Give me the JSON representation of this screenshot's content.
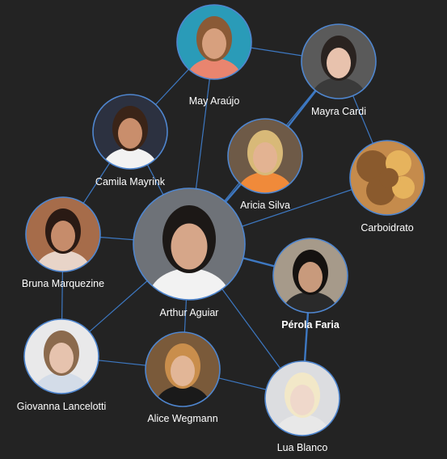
{
  "nodes": [
    {
      "id": "may",
      "label": "May Araújo",
      "bold": false,
      "color": "#2a9bb8",
      "skin": "#d7a07e",
      "hair": "#8a5a36",
      "top": "#e9856f"
    },
    {
      "id": "mayra",
      "label": "Mayra Cardi",
      "bold": false,
      "color": "#5a5a5a",
      "skin": "#e8c2ad",
      "hair": "#2a2320",
      "top": "#3a3a3a"
    },
    {
      "id": "camila",
      "label": "Camila Mayrink",
      "bold": false,
      "color": "#2c3140",
      "skin": "#c98e6c",
      "hair": "#3a2418",
      "top": "#f2f2f2"
    },
    {
      "id": "aricia",
      "label": "Aricia Silva",
      "bold": false,
      "color": "#6e5a47",
      "skin": "#e3b392",
      "hair": "#d8b978",
      "top": "#f08a3a"
    },
    {
      "id": "carbo",
      "label": "Carboidrato",
      "bold": false,
      "color": "#c58b4c",
      "skin": "#e6b35d",
      "hair": "#8a5a2d",
      "top": "#d9a25a"
    },
    {
      "id": "bruna",
      "label": "Bruna Marquezine",
      "bold": false,
      "color": "#a66c4a",
      "skin": "#c68c6b",
      "hair": "#2a1a14",
      "top": "#e8d4c8"
    },
    {
      "id": "arthur",
      "label": "Arthur Aguiar",
      "bold": false,
      "color": "#6e7278",
      "skin": "#d6a689",
      "hair": "#1c1816",
      "top": "#f2f2f2"
    },
    {
      "id": "perola",
      "label": "Pérola Faria",
      "bold": true,
      "color": "#a69a8a",
      "skin": "#c89a7c",
      "hair": "#151210",
      "top": "#2a2a2a"
    },
    {
      "id": "giovanna",
      "label": "Giovanna Lancelotti",
      "bold": false,
      "color": "#e9e9ea",
      "skin": "#e6c3ae",
      "hair": "#8b6a4d",
      "top": "#d3dce8"
    },
    {
      "id": "alice",
      "label": "Alice Wegmann",
      "bold": false,
      "color": "#7a5a3a",
      "skin": "#e2b697",
      "hair": "#c98e4c",
      "top": "#1a1a1a"
    },
    {
      "id": "lua",
      "label": "Lua Blanco",
      "bold": false,
      "color": "#dcdde0",
      "skin": "#efd8cb",
      "hair": "#f2e8c8",
      "top": "#e8e8e8"
    }
  ],
  "edges": [
    {
      "from": "may",
      "to": "mayra",
      "thick": false
    },
    {
      "from": "may",
      "to": "camila",
      "thick": false
    },
    {
      "from": "may",
      "to": "arthur",
      "thick": false
    },
    {
      "from": "mayra",
      "to": "aricia",
      "thick": true
    },
    {
      "from": "mayra",
      "to": "carbo",
      "thick": false
    },
    {
      "from": "mayra",
      "to": "arthur",
      "thick": false
    },
    {
      "from": "camila",
      "to": "bruna",
      "thick": false
    },
    {
      "from": "camila",
      "to": "arthur",
      "thick": false
    },
    {
      "from": "aricia",
      "to": "arthur",
      "thick": true
    },
    {
      "from": "carbo",
      "to": "arthur",
      "thick": false
    },
    {
      "from": "bruna",
      "to": "arthur",
      "thick": false
    },
    {
      "from": "bruna",
      "to": "giovanna",
      "thick": false
    },
    {
      "from": "arthur",
      "to": "perola",
      "thick": true
    },
    {
      "from": "arthur",
      "to": "giovanna",
      "thick": false
    },
    {
      "from": "arthur",
      "to": "alice",
      "thick": false
    },
    {
      "from": "arthur",
      "to": "lua",
      "thick": false
    },
    {
      "from": "perola",
      "to": "lua",
      "thick": true
    },
    {
      "from": "giovanna",
      "to": "alice",
      "thick": false
    },
    {
      "from": "alice",
      "to": "lua",
      "thick": false
    }
  ]
}
